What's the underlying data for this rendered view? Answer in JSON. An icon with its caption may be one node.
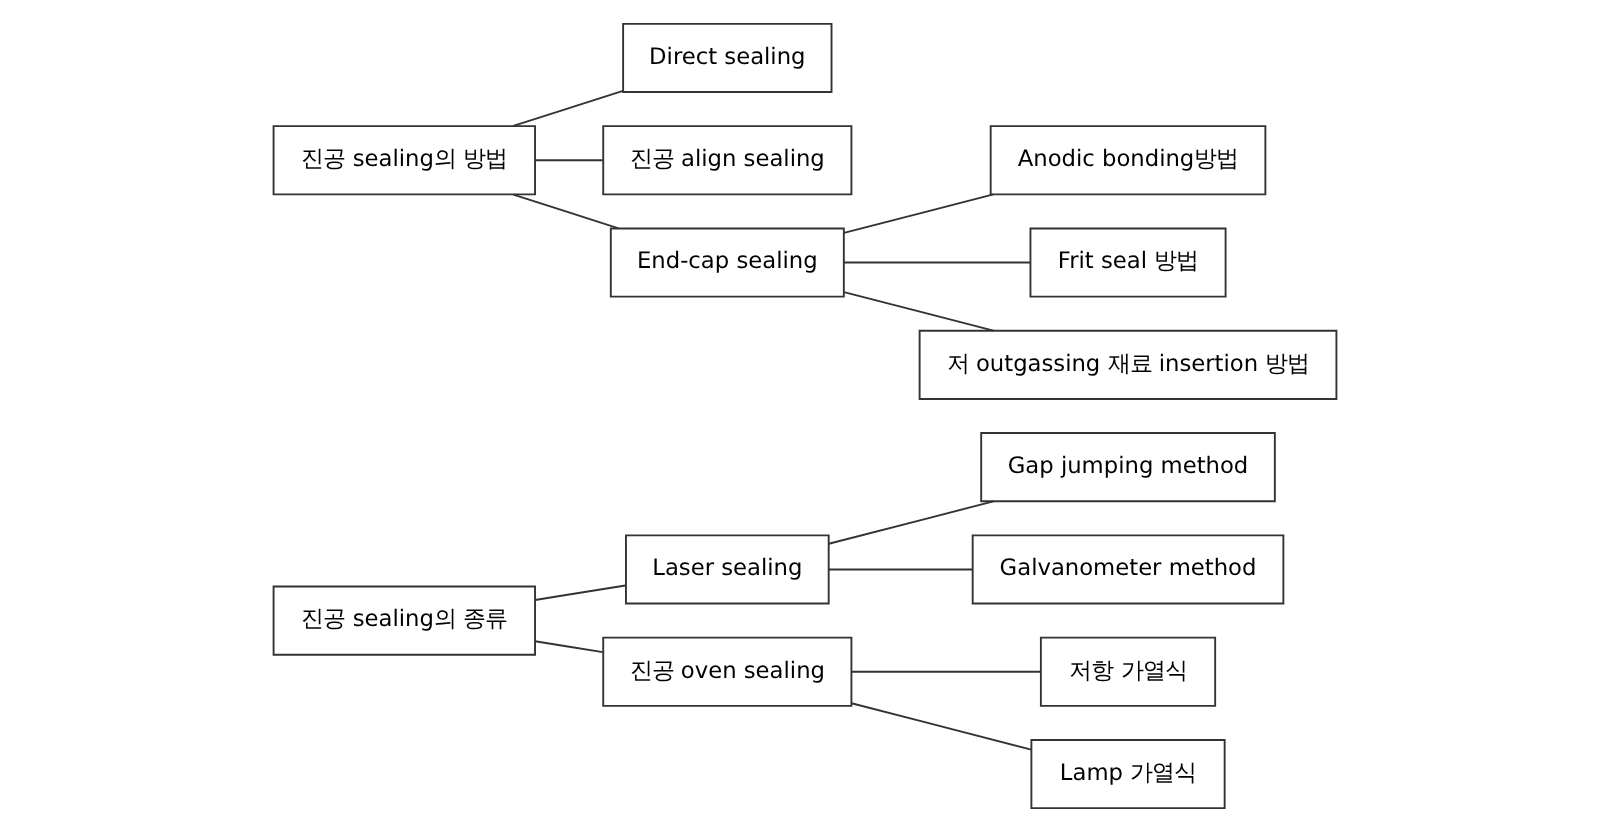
{
  "diagram": {
    "nodes": [
      {
        "text": [
          "진공 sealing의 종류"
        ]
      },
      {
        "text": [
          "Laser sealing"
        ]
      },
      {
        "text": [
          "진공 oven sealing"
        ]
      },
      {
        "text": [
          "Gap jumping method"
        ]
      },
      {
        "text": [
          "Galvanometer method"
        ]
      },
      {
        "text": [
          "저항 가열식"
        ]
      },
      {
        "text": [
          "Lamp 가열식"
        ]
      },
      {
        "text": [
          "진공 sealing의 방법"
        ]
      },
      {
        "text": [
          "Direct sealing"
        ]
      },
      {
        "text": [
          "진공 align sealing"
        ]
      },
      {
        "text": [
          "End-cap sealing"
        ]
      },
      {
        "text": [
          "Anodic bonding방법"
        ]
      },
      {
        "text": [
          "Frit seal 방법"
        ]
      },
      {
        "text": [
          "저 outgassing 재료 insertion 방법"
        ]
      }
    ],
    "edges": [
      {
        "from": 0,
        "to": 1,
        "arrow": "none"
      },
      {
        "from": 0,
        "to": 2,
        "arrow": "none"
      },
      {
        "from": 1,
        "to": 3,
        "arrow": "none"
      },
      {
        "from": 1,
        "to": 4,
        "arrow": "none"
      },
      {
        "from": 2,
        "to": 5,
        "arrow": "none"
      },
      {
        "from": 2,
        "to": 6,
        "arrow": "none"
      },
      {
        "from": 7,
        "to": 8,
        "arrow": "none"
      },
      {
        "from": 7,
        "to": 9,
        "arrow": "none"
      },
      {
        "from": 7,
        "to": 10,
        "arrow": "none"
      },
      {
        "from": 10,
        "to": 11,
        "arrow": "none"
      },
      {
        "from": 10,
        "to": 12,
        "arrow": "none"
      },
      {
        "from": 10,
        "to": 13,
        "arrow": "none"
      }
    ]
  }
}
